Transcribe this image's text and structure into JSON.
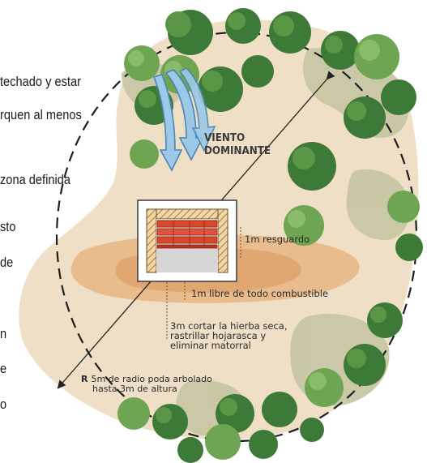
{
  "left_text_fragments": [
    "techado y estar",
    "rquen al menos",
    "zona definida",
    "sto",
    "de",
    "n",
    "e",
    "o"
  ],
  "wind": {
    "line1": "VIENTO",
    "line2": "DOMINANTE"
  },
  "labels": {
    "resguardo": "1m resguardo",
    "libre": "1m libre de todo combustible",
    "hierba_1": "3m cortar la hierba seca,",
    "hierba_2": "rastrillar hojarasca y",
    "hierba_3": "eliminar matorral",
    "radio_prefix": "R",
    "radio_1": "5m de radio poda arbolado",
    "radio_2": "hasta 3m de altura"
  },
  "colors": {
    "ground": "#efdfc6",
    "orange_zone": "#e7b683",
    "tree_dark": "#3e7a37",
    "tree_light": "#6ea552",
    "olive_patch": "#c7c6a4",
    "wind_arrow": "#9cc9e8",
    "wood": "#d9472b",
    "floor": "#d6d6d6"
  }
}
